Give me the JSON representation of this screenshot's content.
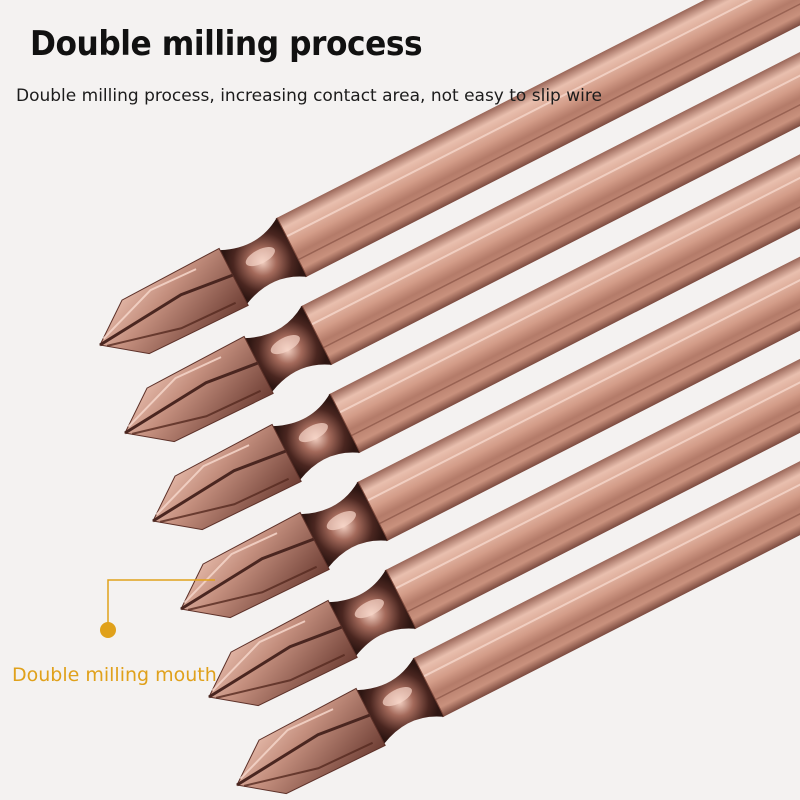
{
  "header": {
    "title": "Double milling process",
    "subtitle": "Double milling process, increasing contact area, not easy to slip wire"
  },
  "callout": {
    "label": "Double milling mouth",
    "color": "#e0a11b"
  },
  "product": {
    "bit_count": 6,
    "bit_color": "#c48f7e",
    "bit_dark": "#6b3b31",
    "bit_light": "#ecc3b2"
  }
}
